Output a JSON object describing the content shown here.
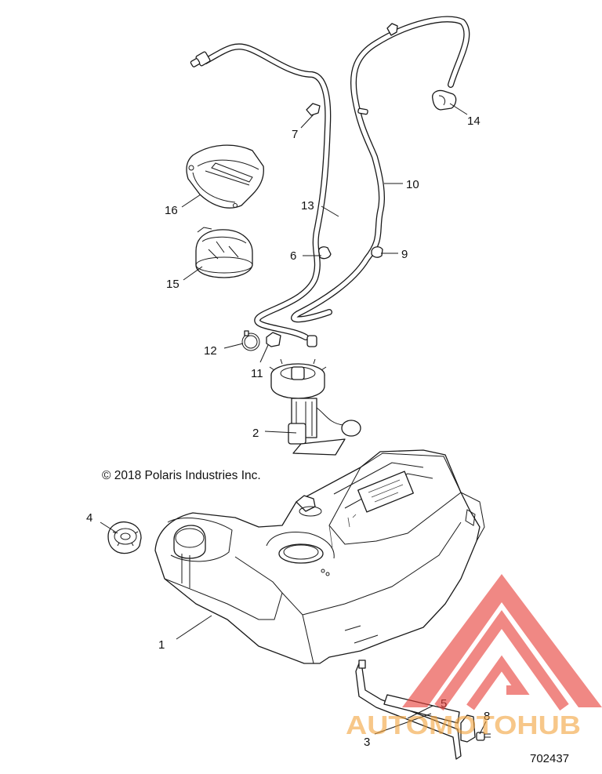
{
  "diagram": {
    "copyright": "© 2018 Polaris Industries Inc.",
    "figure_number": "702437",
    "watermark_text": "AUTOMOTOHUB",
    "callouts": [
      "1",
      "2",
      "3",
      "4",
      "5",
      "6",
      "7",
      "8",
      "9",
      "10",
      "11",
      "12",
      "13",
      "14",
      "15",
      "16"
    ],
    "colors": {
      "line": "#1a1a1a",
      "watermark_red": "#e8403a",
      "watermark_orange": "#f2a23a",
      "watermark_gray": "#8c8c8c"
    }
  }
}
